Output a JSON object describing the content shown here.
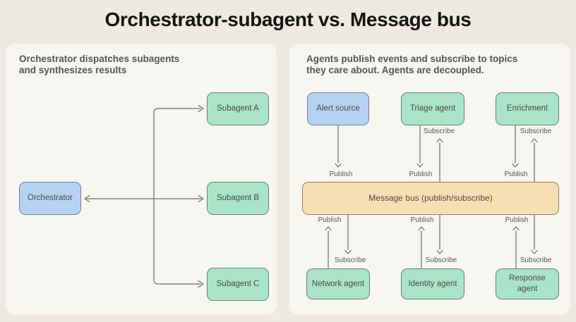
{
  "title": "Orchestrator-subagent vs. Message bus",
  "left_panel": {
    "heading": [
      "Orchestrator dispatches subagents",
      "and synthesizes results"
    ],
    "nodes": {
      "orchestrator": "Orchestrator",
      "subagent_a": "Subagent A",
      "subagent_b": "Subagent B",
      "subagent_c": "Subagent C"
    }
  },
  "right_panel": {
    "heading": [
      "Agents publish events and subscribe to topics",
      "they care about. Agents are decoupled."
    ],
    "nodes": {
      "alert_source": "Alert source",
      "triage_agent": "Triage agent",
      "enrichment": "Enrichment",
      "message_bus": "Message bus (publish/subscribe)",
      "network_agent": "Network agent",
      "identity_agent": "Identity agent",
      "response_agent": "Response agent"
    },
    "labels": {
      "publish": "Publish",
      "subscribe": "Subscribe"
    }
  },
  "colors": {
    "page_background": "#edeae2",
    "panel_background": "#f8f6f0",
    "blue_node_fill": "#b7d2f1",
    "green_node_fill": "#a9e4c9",
    "orange_node_fill": "#f8dfb3",
    "arrow": "#6e6c66",
    "title_text": "#141414",
    "heading_text": "#56544e",
    "node_text": "#4b4b49"
  }
}
